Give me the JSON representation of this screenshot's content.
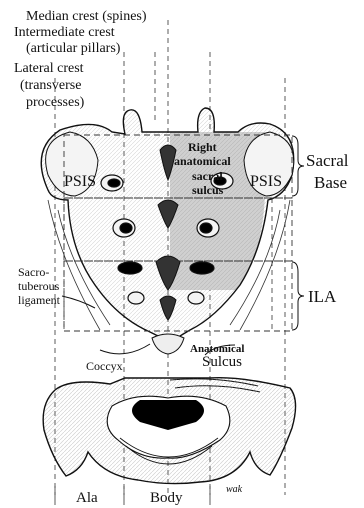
{
  "labels": {
    "median_crest": "Median crest (spines)",
    "intermediate_crest_line1": "Intermediate crest",
    "intermediate_crest_line2": "(articular pillars)",
    "lateral_crest_line1": "Lateral crest",
    "lateral_crest_line2": "(transverse",
    "lateral_crest_line3": "processes)",
    "psis_left": "PSIS",
    "psis_right": "PSIS",
    "right_sulcus_line1": "Right",
    "right_sulcus_line2": "anatomical",
    "right_sulcus_line3": "sacral",
    "right_sulcus_line4": "sulcus",
    "sacral_base_line1": "Sacral",
    "sacral_base_line2": "Base",
    "ila": "ILA",
    "sacrotuberous_line1": "Sacro-",
    "sacrotuberous_line2": "tuberous",
    "sacrotuberous_line3": "ligament",
    "coccyx": "Coccyx",
    "anatomical_sulcus_line1": "Anatomical",
    "anatomical_sulcus_line2": "Sulcus",
    "ala": "Ala",
    "body": "Body",
    "signature": "wak"
  },
  "colors": {
    "ink": "#111111",
    "bone_fill": "#f4f4f4",
    "sulcus_shade": "#cfcfcf",
    "dark_hole": "#000000"
  }
}
